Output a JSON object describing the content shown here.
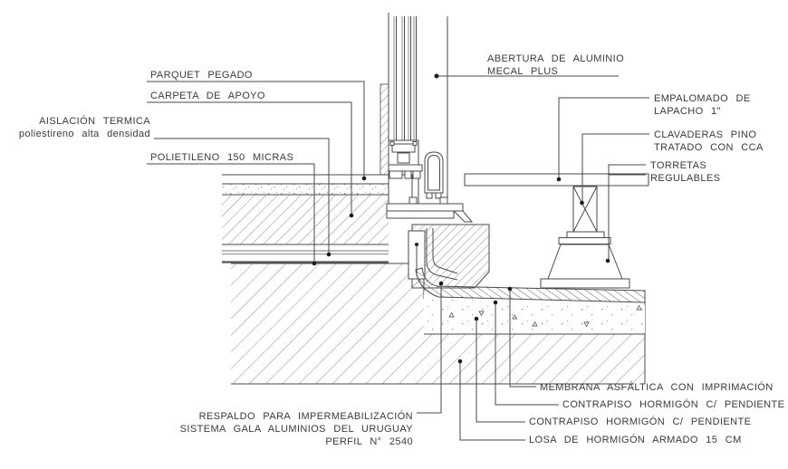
{
  "drawing": {
    "colors": {
      "background": "#ffffff",
      "line": "#4a4a4a",
      "hatch_gray": "#8f8f8f",
      "text": "#3a3a3a"
    },
    "labels": {
      "parquet": {
        "text": "PARQUET PEGADO"
      },
      "carpeta": {
        "text": "CARPETA DE APOYO"
      },
      "aislacion": {
        "line1": "AISLACIÓN TERMICA",
        "line2": "poliestireno alta densidad"
      },
      "polietileno": {
        "text": "POLIETILENO 150 MICRAS"
      },
      "abertura": {
        "line1": "ABERTURA DE ALUMINIO",
        "line2": "MECAL PLUS"
      },
      "empalomado": {
        "line1": "EMPALOMADO DE",
        "line2": "LAPACHO 1\""
      },
      "clavaderas": {
        "line1": "CLAVADERAS PINO",
        "line2": "TRATADO CON CCA"
      },
      "torretas": {
        "line1": "TORRETAS",
        "line2": "REGULABLES"
      },
      "membrana": {
        "text": "MEMBRANA ASFÁLTICA CON IMPRIMACIÓN"
      },
      "contrapiso1": {
        "text": "CONTRAPISO HORMIGÓN C/ PENDIENTE"
      },
      "contrapiso2": {
        "text": "CONTRAPISO HORMIGÓN C/ PENDIENTE"
      },
      "losa": {
        "text": "LOSA DE HORMIGÓN ARMADO 15 CM"
      },
      "respaldo": {
        "line1": "RESPALDO PARA IMPERMEABILIZACIÓN",
        "line2": "SISTEMA GALA ALUMINIOS DEL URUGUAY",
        "line3": "PERFIL N° 2540"
      }
    }
  }
}
